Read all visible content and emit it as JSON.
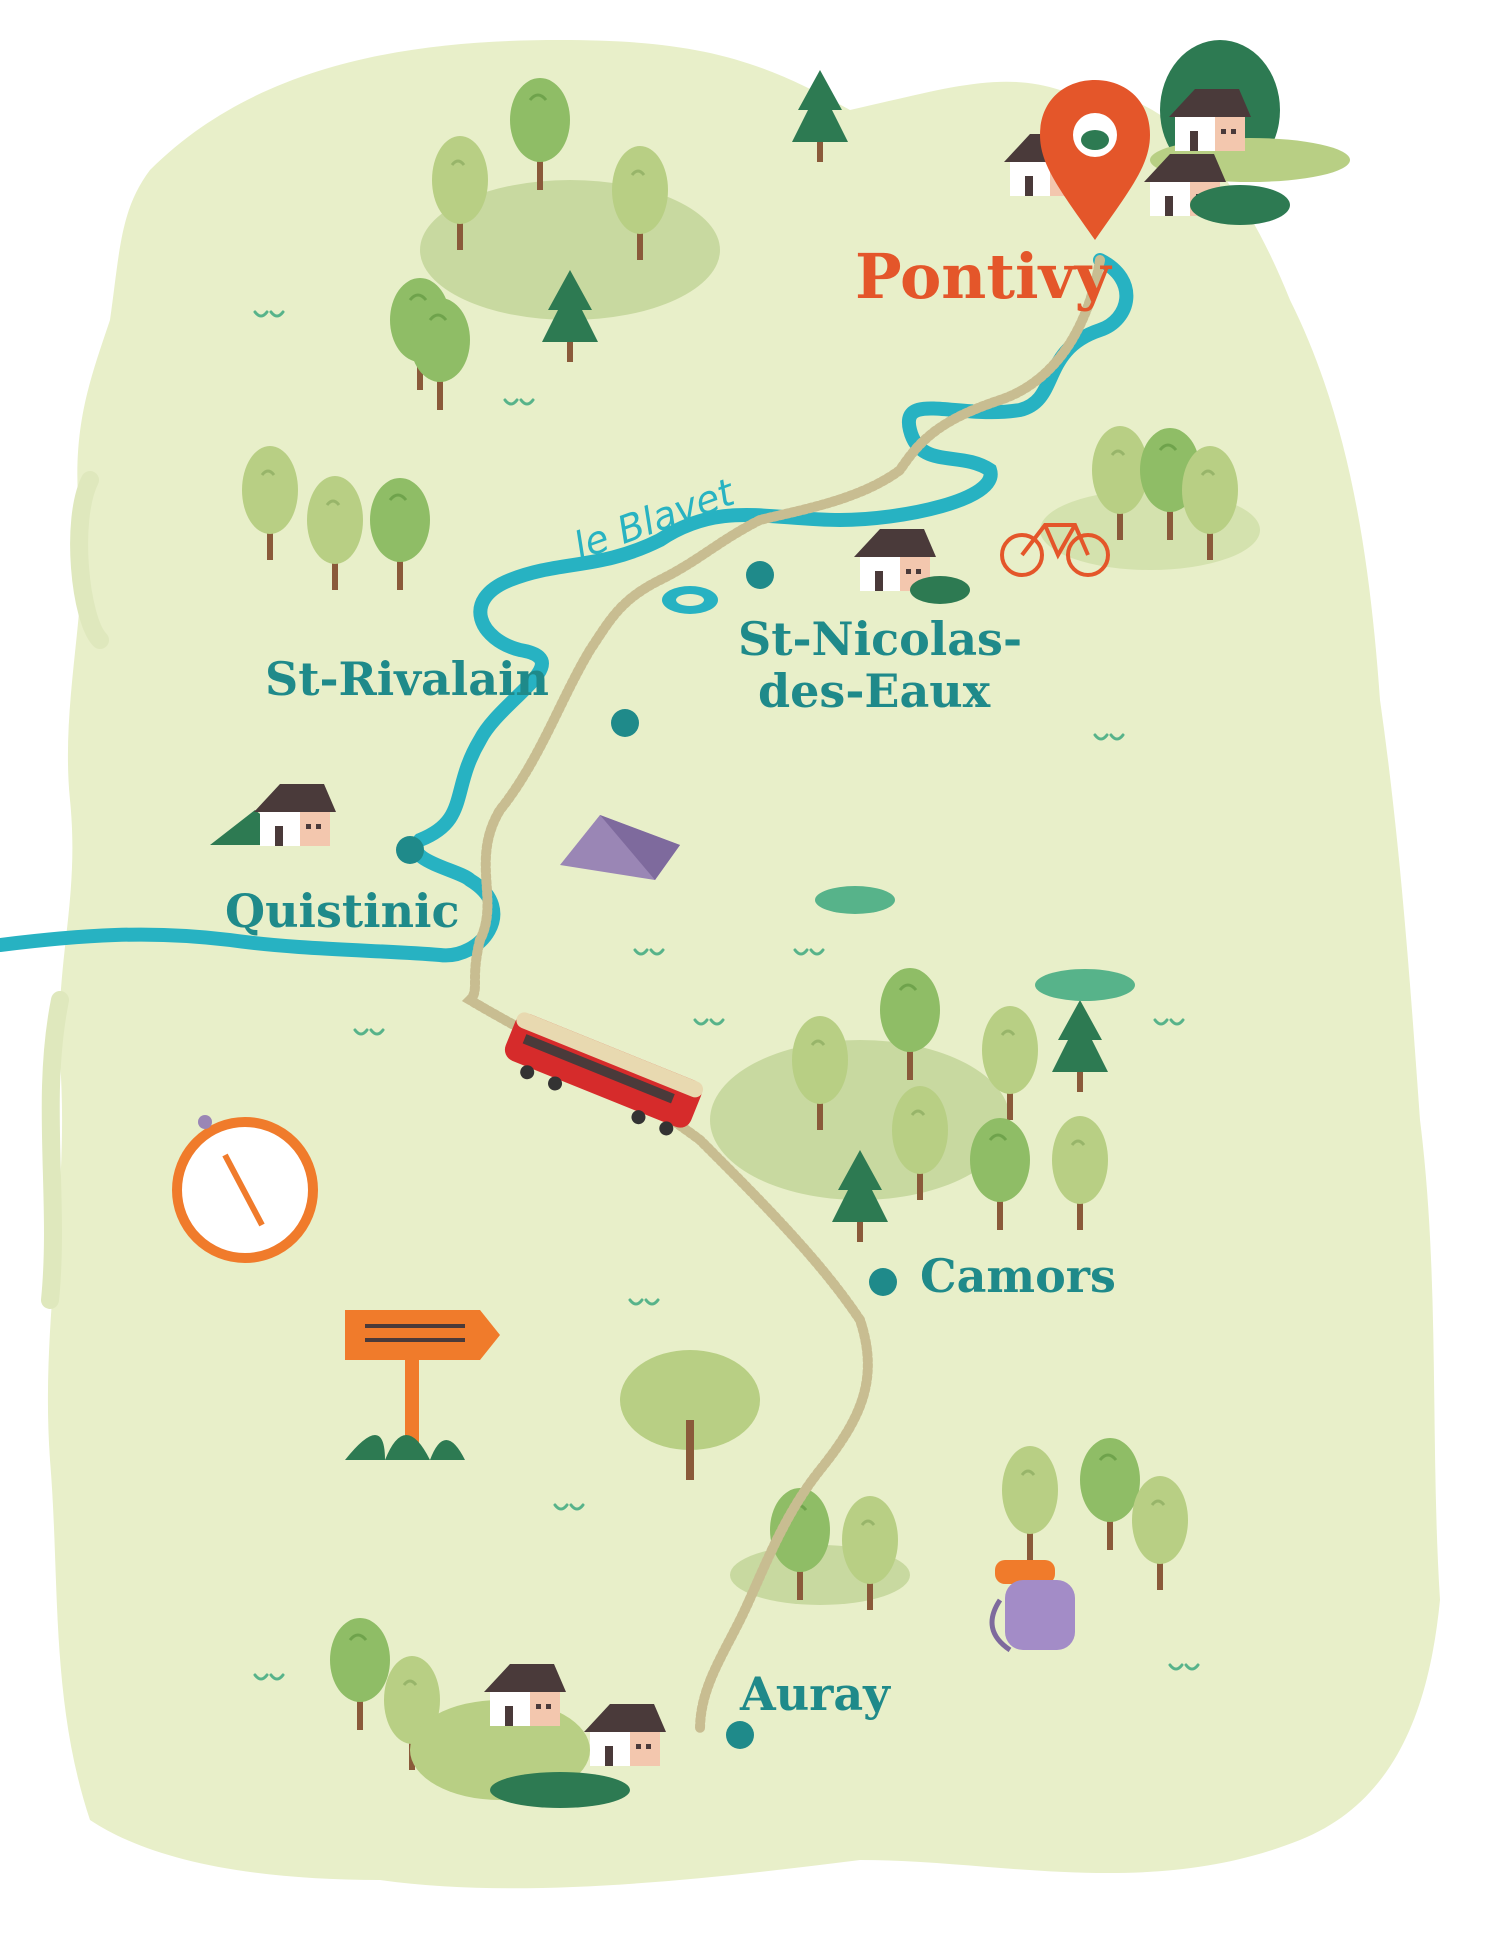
{
  "towns": [
    {
      "name": "Pontivy",
      "highlight": true
    },
    {
      "name": "St-Nicolas-",
      "name2": "des-Eaux"
    },
    {
      "name": "St-Rivalain"
    },
    {
      "name": "Quistinic"
    },
    {
      "name": "Camors"
    },
    {
      "name": "Auray"
    }
  ],
  "river": {
    "name": "le Blavet"
  },
  "colors": {
    "land": "#e8efc9",
    "land_edge": "#dfe8bd",
    "river": "#27b2c2",
    "rail": "#c8bd91",
    "town_text": "#1f8a8a",
    "highlight_text": "#e4562a",
    "pin": "#e4562a",
    "tree_light": "#b8cf84",
    "tree_mid": "#8fbd66",
    "tree_dark": "#2d7a52",
    "trunk": "#8a5a3a",
    "roof": "#4a3a3a",
    "wall": "#ffffff",
    "wall_side": "#f3c7ae",
    "train": "#d62b2b",
    "tent": "#9a86b5",
    "backpack": "#a38cc7",
    "compass": "#f07b2b",
    "sign": "#f07b2b"
  },
  "icons": [
    "map-pin-icon",
    "compass-icon",
    "signpost-icon",
    "train-icon",
    "tent-icon",
    "bicycle-icon",
    "backpack-icon",
    "house-icon",
    "tree-icon"
  ]
}
